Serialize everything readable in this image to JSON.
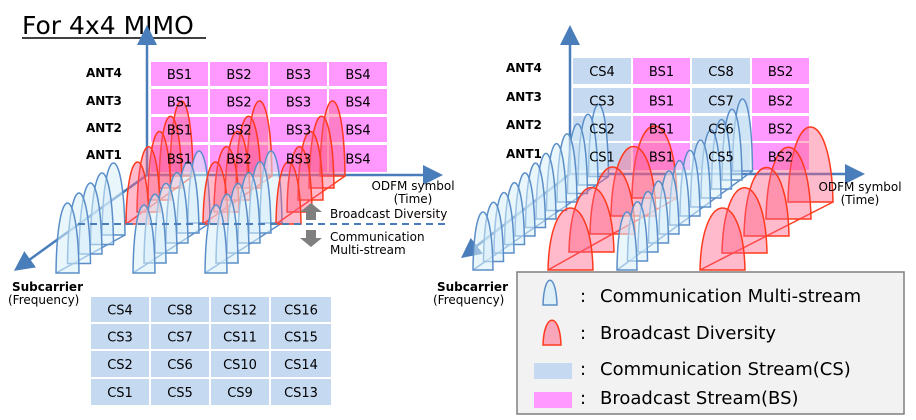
{
  "title": "For 4x4 MIMO",
  "colors": {
    "bs": "#ff99ff",
    "cs": "#c5d9f1",
    "axis": "#4a7ebb",
    "broadcast_arch": "#ff3b1f",
    "comm_arch": "#5b8ec8"
  },
  "left": {
    "ant_labels": [
      "ANT4",
      "ANT3",
      "ANT2",
      "ANT1"
    ],
    "grid": [
      [
        "BS1",
        "BS2",
        "BS3",
        "BS4"
      ],
      [
        "BS1",
        "BS2",
        "BS3",
        "BS4"
      ],
      [
        "BS1",
        "BS2",
        "BS3",
        "BS4"
      ],
      [
        "BS1",
        "BS2",
        "BS3",
        "BS4"
      ]
    ],
    "time_axis": [
      "ODFM symbol",
      "(Time)"
    ],
    "freq_axis": [
      "Subcarrier",
      "(Frequency)"
    ],
    "up_label": "Broadcast Diversity",
    "down_label": [
      "Communication",
      "Multi-stream"
    ],
    "cs_table": [
      [
        "CS4",
        "CS8",
        "CS12",
        "CS16"
      ],
      [
        "CS3",
        "CS7",
        "CS11",
        "CS15"
      ],
      [
        "CS2",
        "CS6",
        "CS10",
        "CS14"
      ],
      [
        "CS1",
        "CS5",
        "CS9",
        "CS13"
      ]
    ]
  },
  "right": {
    "ant_labels": [
      "ANT4",
      "ANT3",
      "ANT2",
      "ANT1"
    ],
    "grid": [
      [
        "CS4",
        "BS1",
        "CS8",
        "BS2"
      ],
      [
        "CS3",
        "BS1",
        "CS7",
        "BS2"
      ],
      [
        "CS2",
        "BS1",
        "CS6",
        "BS2"
      ],
      [
        "CS1",
        "BS1",
        "CS5",
        "BS2"
      ]
    ],
    "time_axis": [
      "ODFM symbol",
      "(Time)"
    ],
    "freq_axis": [
      "Subcarrier",
      "(Frequency)"
    ]
  },
  "legend": {
    "separator": ":",
    "items": [
      "Communication Multi-stream",
      "Broadcast Diversity",
      "Communication Stream(CS)",
      "Broadcast Stream(BS)"
    ]
  }
}
